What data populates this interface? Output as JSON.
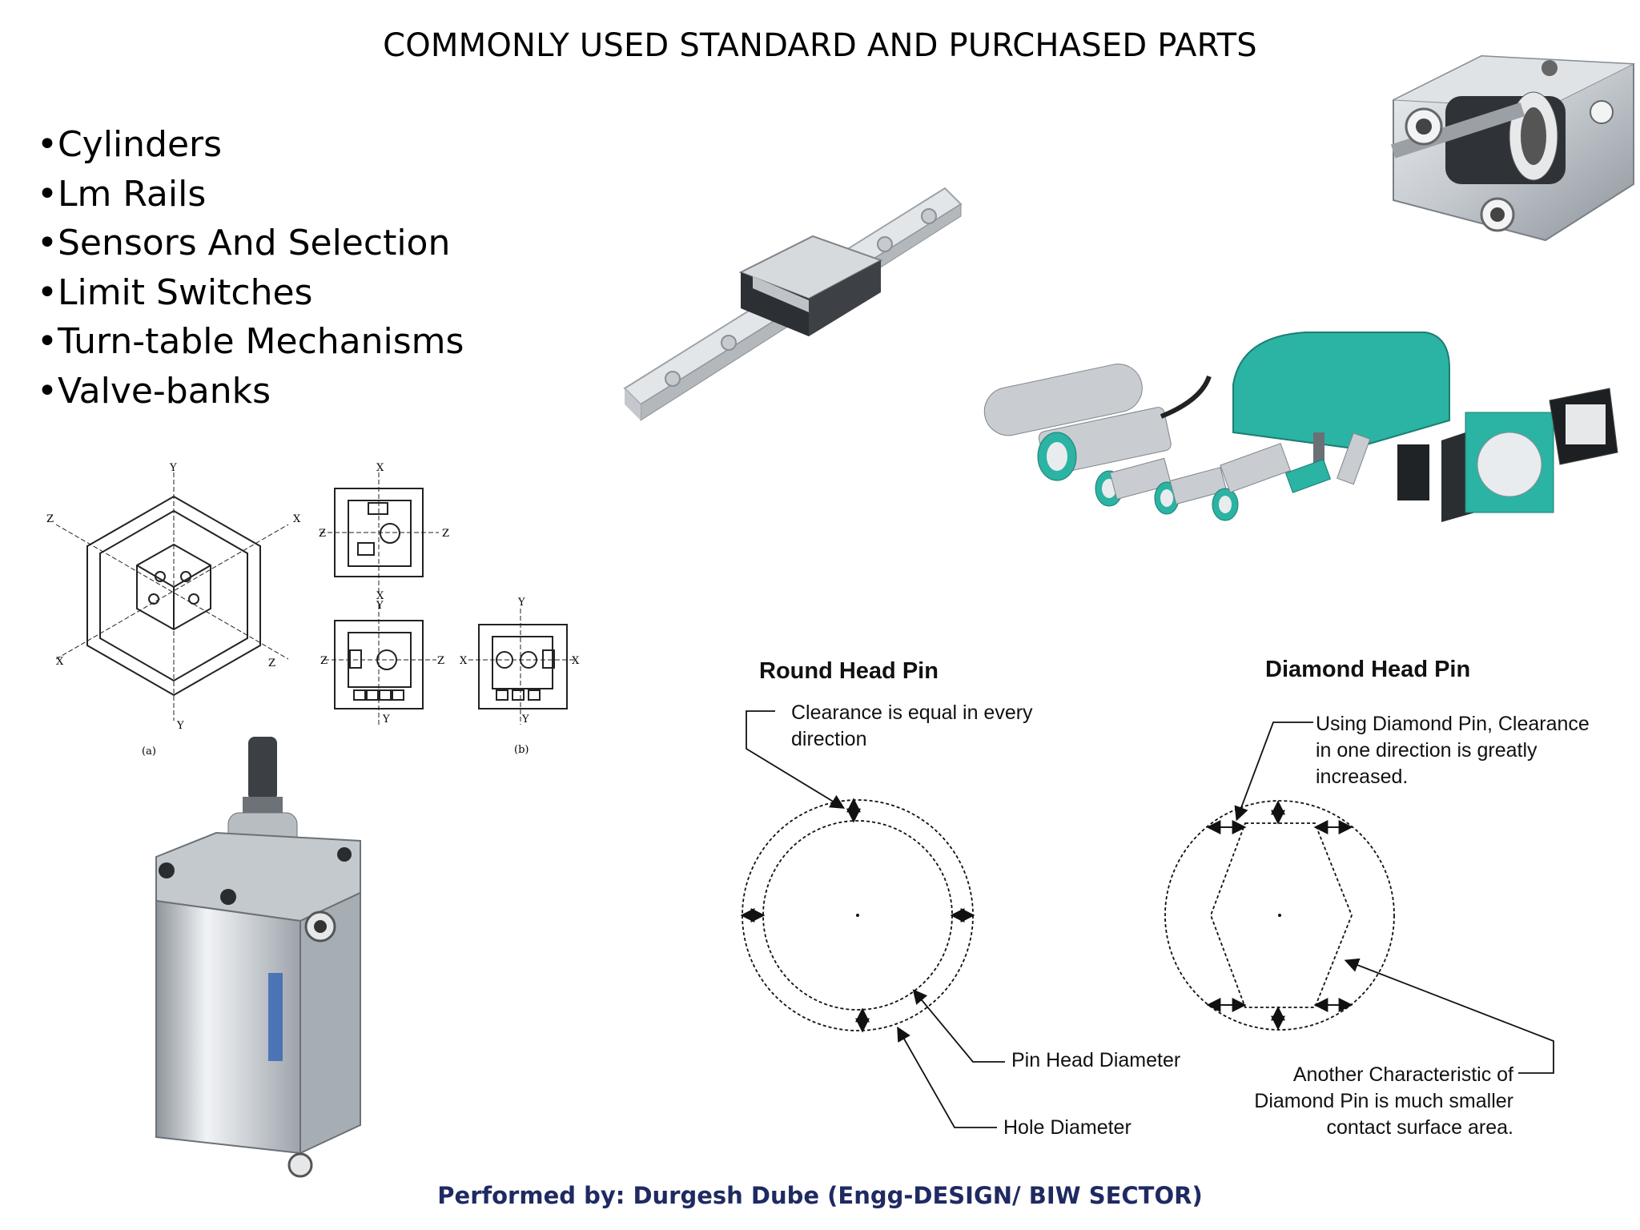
{
  "slide": {
    "title": "COMMONLY USED STANDARD AND PURCHASED PARTS",
    "footer": "Performed by: Durgesh Dube (Engg-DESIGN/ BIW SECTOR)"
  },
  "bullets": [
    "Cylinders",
    "Lm Rails",
    "Sensors And Selection",
    "Limit Switches",
    "Turn-table Mechanisms",
    "Valve-banks"
  ],
  "bullet_glyph": "•",
  "fixture_drawing": {
    "axis_labels": {
      "x": "X",
      "y": "Y",
      "z": "Z"
    },
    "caption_a": "(a)",
    "caption_b": "(b)"
  },
  "pin_diagram": {
    "round_head": {
      "title": "Round Head Pin",
      "note_line1": "Clearance is equal in every",
      "note_line2": "direction",
      "pin_label": "Pin Head Diameter",
      "hole_label": "Hole Diameter"
    },
    "diamond_head": {
      "title": "Diamond Head Pin",
      "note_line1": "Using Diamond Pin, Clearance",
      "note_line2": "in one direction is greatly",
      "note_line3": "increased.",
      "bottom_line1": "Another Characteristic of",
      "bottom_line2": "Diamond Pin is much smaller",
      "bottom_line3": "contact surface area."
    }
  },
  "product_images": {
    "cylinder_top": "compact-cylinder-photo",
    "lm_rail": "linear-guide-rail-photo",
    "sensors": "ultrasonic-sensor-group-photo",
    "cylinder_bottom": "pneumatic-cylinder-photo",
    "sensor_accent_color": "#2bb3a3",
    "metal_color": "#c9cdd1"
  }
}
